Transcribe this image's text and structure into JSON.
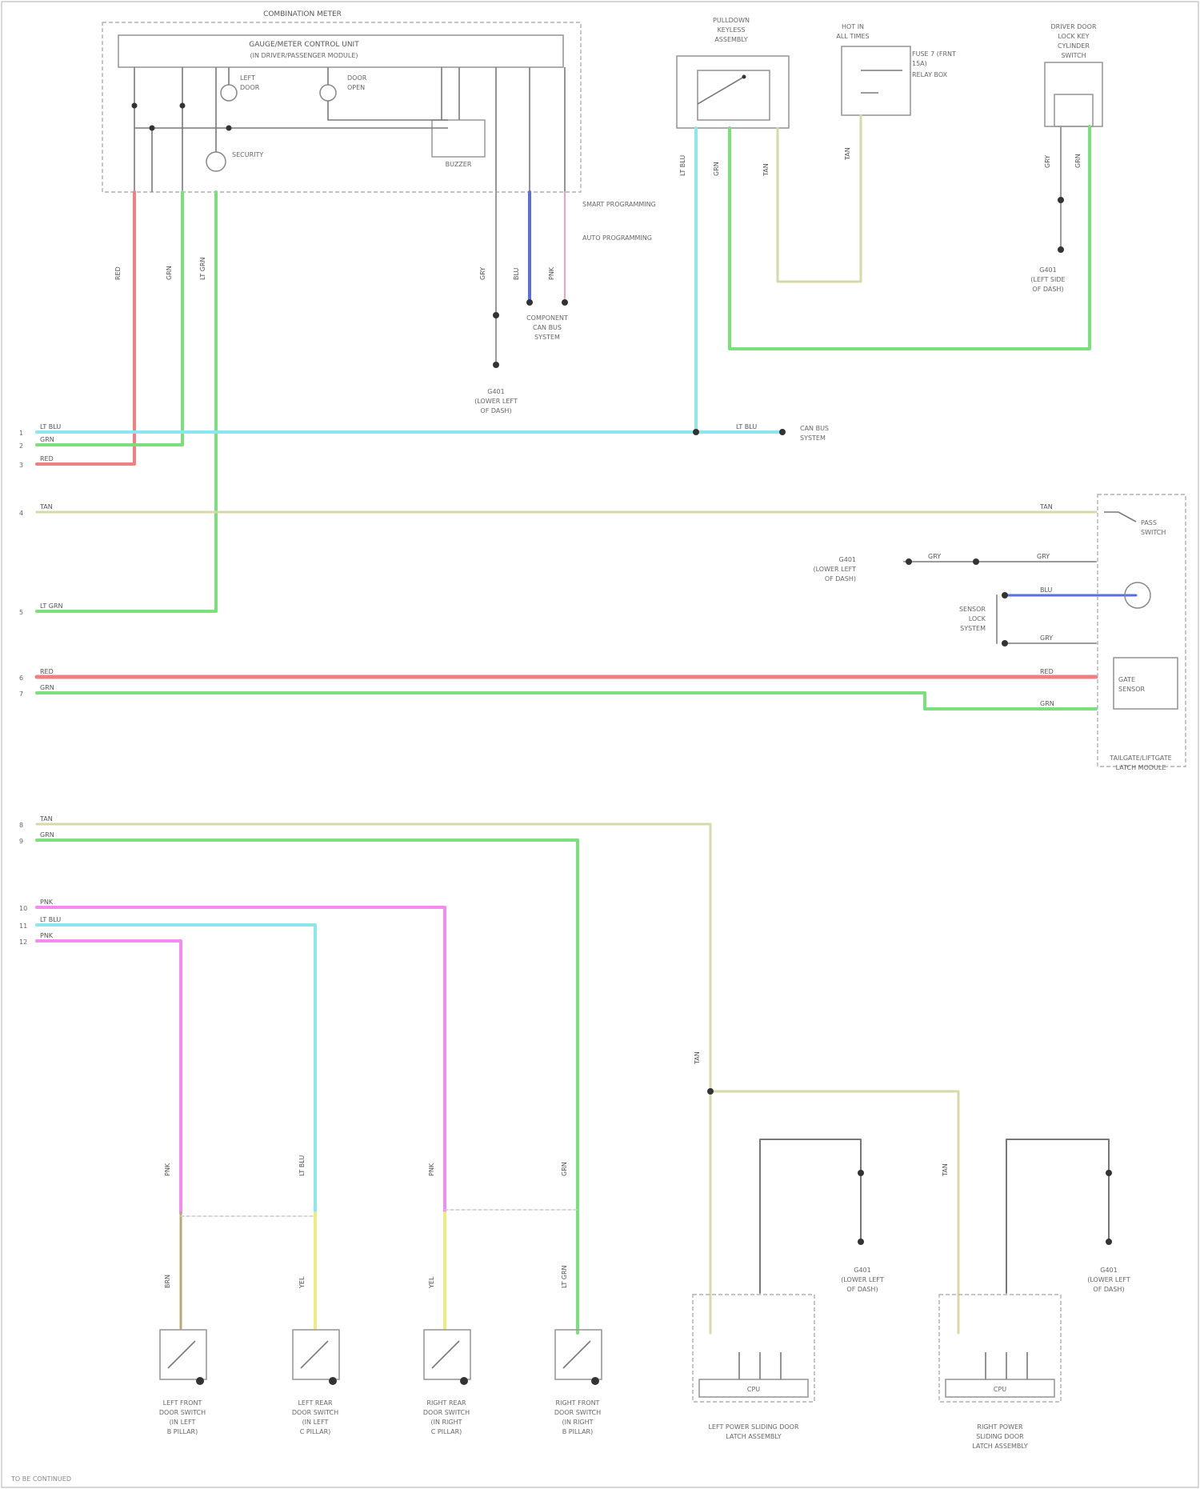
{
  "colors": {
    "red": "#f08080",
    "green": "#7be07b",
    "cyan": "#8be6ee",
    "tan": "#d8d8a8",
    "pink": "#f48cf0",
    "blue": "#5a6ee0",
    "yellow": "#ecec80",
    "gray": "#777777",
    "brown": "#b8a878"
  },
  "icons": [
    "switch-symbol",
    "ground-symbol",
    "motor-symbol",
    "connector-dot"
  ],
  "footer": "TO BE CONTINUED"
}
